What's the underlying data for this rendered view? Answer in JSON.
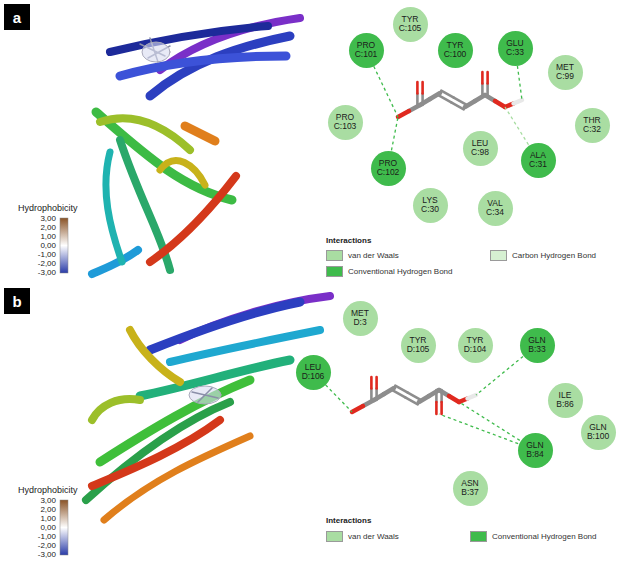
{
  "diagram": {
    "nodes": [
      {
        "text": [
          "a"
        ]
      },
      {
        "text": [
          "TYR C:105"
        ]
      },
      {
        "text": [
          "PRO C:101"
        ]
      },
      {
        "text": [
          "TYR C:100"
        ]
      },
      {
        "text": [
          "GLU C:33"
        ]
      },
      {
        "text": [
          "MET C:99"
        ]
      },
      {
        "text": [
          "PRO C:103"
        ]
      },
      {
        "text": [
          "THR C:32"
        ]
      },
      {
        "text": [
          "LEU C:98"
        ]
      },
      {
        "text": [
          "ALA C:31"
        ]
      },
      {
        "text": [
          "PRO C:102"
        ]
      },
      {
        "text": [
          "LYS C:30"
        ]
      },
      {
        "text": [
          "VAL C:34"
        ]
      },
      {
        "text": [
          "b"
        ]
      },
      {
        "text": [
          "MET D:3"
        ]
      },
      {
        "text": [
          "TYR D:105"
        ]
      },
      {
        "text": [
          "TYR D:104"
        ]
      },
      {
        "text": [
          "GLN B:33"
        ]
      },
      {
        "text": [
          "LEU D:106"
        ]
      },
      {
        "text": [
          "ILE B:86"
        ]
      },
      {
        "text": [
          "GLN B:100"
        ]
      },
      {
        "text": [
          "GLN B:84"
        ]
      },
      {
        "text": [
          "ASN B:37"
        ]
      }
    ],
    "labels": [
      "Hydrophobicity",
      "3,00",
      "2,00",
      "1,00",
      "0,00",
      "-1,00",
      "-2,00",
      "-3,00",
      "Interactions",
      "Hydrophobicity",
      "3,00",
      "2,00",
      "1,00",
      "0,00",
      "-1,00",
      "-2,00",
      "-3,00",
      "Interactions"
    ],
    "legend": [
      {
        "text": "van der Waals",
        "color": "#a9dda2"
      },
      {
        "text": "Conventional Hydrogen Bond",
        "color": "#3fbb4c"
      },
      {
        "text": "Carbon Hydrogen Bond",
        "color": "#d6f0d2"
      },
      {
        "text": "van der Waals",
        "color": "#a9dda2"
      },
      {
        "text": "Conventional Hydrogen Bond",
        "color": "#3fbb4c"
      }
    ]
  }
}
